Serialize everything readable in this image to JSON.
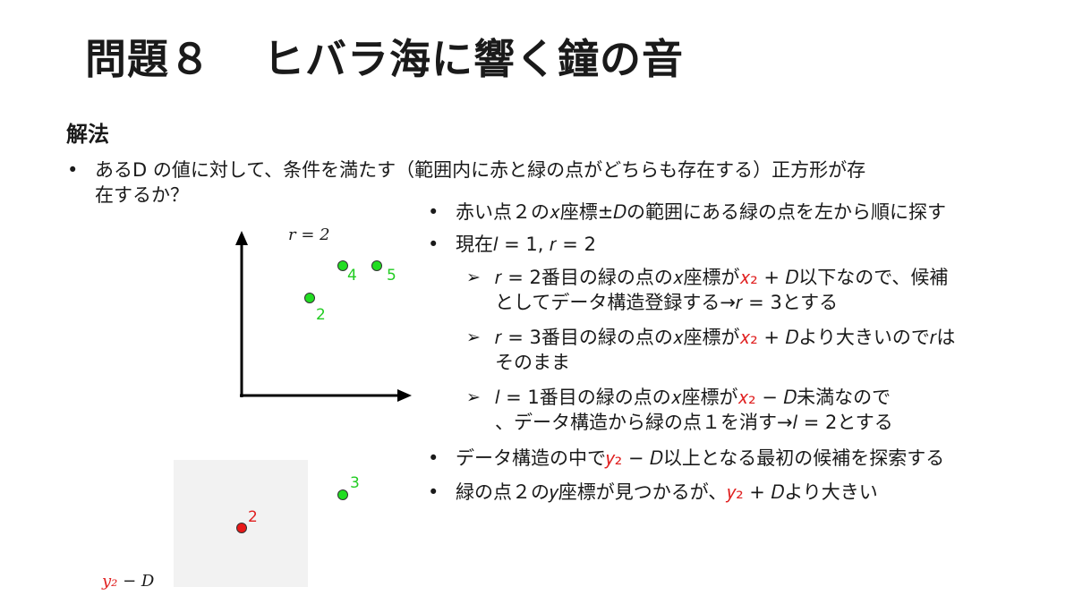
{
  "title": {
    "prefix": "問題８",
    "main": "ヒバラ海に響く鐘の音"
  },
  "heading": "解法",
  "intro": {
    "line1_a": "あるD",
    "line1_b": " の値に対して、条件を満たす（範囲内に赤と緑の点がどちらも存在する）正方形が存",
    "line2": "在するか？"
  },
  "figure": {
    "r_label": "r = 2",
    "green_points": [
      {
        "label": "4"
      },
      {
        "label": "5"
      },
      {
        "label": "2"
      },
      {
        "label": "3"
      }
    ],
    "red_point_label": "2",
    "yrange_label_var": "y₂",
    "yrange_label_rest": " − D"
  },
  "bullets": {
    "b1": "赤い点２の𝑥座標±𝐷の範囲にある緑の点を左から順に探す",
    "b2": "現在𝑙 = 1, 𝑟 = 2",
    "s1_a": "𝑟 = 2番目の緑の点の𝑥座標が",
    "s1_red": "𝑥₂",
    "s1_b": " + 𝐷以下なので、候補",
    "s1_c": "としてデータ構造登録する→𝑟 = 3とする",
    "s2_a": "𝑟 = 3番目の緑の点の𝑥座標が",
    "s2_red": "𝑥₂",
    "s2_b": " + 𝐷より大きいので𝑟は",
    "s2_c": "そのまま",
    "s3_a": "𝑙 = 1番目の緑の点の𝑥座標が",
    "s3_red": "𝑥₂",
    "s3_b": " − 𝐷未満なので",
    "s3_c": "、データ構造から緑の点１を消す→𝑙 = 2とする",
    "b3_a": "データ構造の中で",
    "b3_red": "𝑦₂",
    "b3_b": " − 𝐷以上となる最初の候補を探索する",
    "b4_a": "緑の点２の𝑦座標が見つかるが、",
    "b4_red": "𝑦₂",
    "b4_b": " + 𝐷より大きい"
  },
  "colors": {
    "green": "#22dd22",
    "red": "#e81818",
    "square": "#f2f2f2"
  }
}
